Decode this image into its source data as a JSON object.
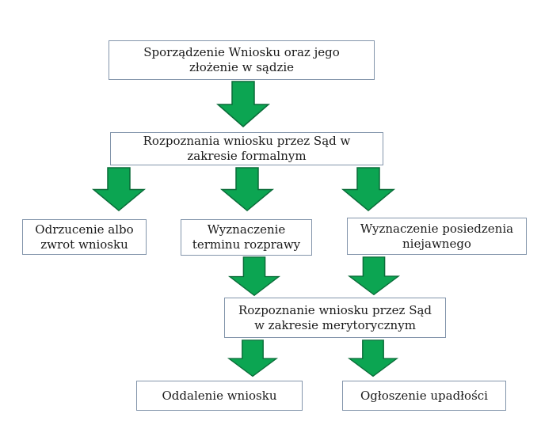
{
  "colors": {
    "arrow_fill": "#0CA552",
    "arrow_stroke": "#0A6B38",
    "box_border": "#8395AB",
    "text_color": "#1A1A1A",
    "background": "#FFFFFF"
  },
  "flowchart": {
    "nodes": [
      {
        "id": "start",
        "label": "Sporządzenie Wniosku oraz jego złożenie w sądzie"
      },
      {
        "id": "formal-review",
        "label": "Rozpoznania wniosku przez Sąd w zakresie formalnym"
      },
      {
        "id": "rejection",
        "label": "Odrzucenie albo zwrot wniosku"
      },
      {
        "id": "hearing-date",
        "label": "Wyznaczenie terminu rozprawy"
      },
      {
        "id": "closed-session",
        "label": "Wyznaczenie posiedzenia niejawnego"
      },
      {
        "id": "merits-review",
        "label": "Rozpoznanie wniosku przez Sąd w zakresie merytorycznym"
      },
      {
        "id": "dismissal",
        "label": "Oddalenie wniosku"
      },
      {
        "id": "bankruptcy",
        "label": "Ogłoszenie upadłości"
      }
    ],
    "edges": [
      {
        "from": "start",
        "to": "formal-review"
      },
      {
        "from": "formal-review",
        "to": "rejection"
      },
      {
        "from": "formal-review",
        "to": "hearing-date"
      },
      {
        "from": "formal-review",
        "to": "closed-session"
      },
      {
        "from": "hearing-date",
        "to": "merits-review"
      },
      {
        "from": "closed-session",
        "to": "merits-review"
      },
      {
        "from": "merits-review",
        "to": "dismissal"
      },
      {
        "from": "merits-review",
        "to": "bankruptcy"
      }
    ]
  }
}
